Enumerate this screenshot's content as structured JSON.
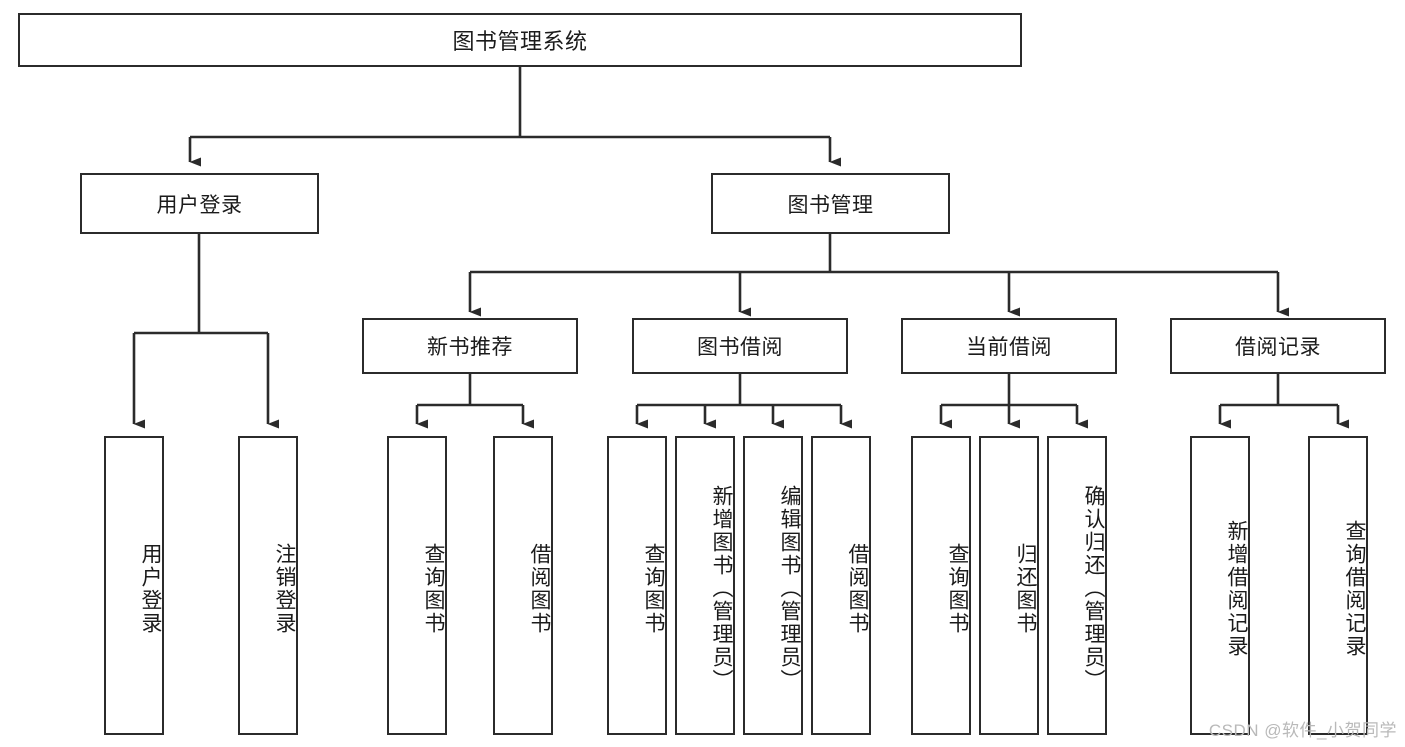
{
  "diagram": {
    "title": "图书管理系统",
    "type": "tree-hierarchy-chart",
    "orientation": "top-down",
    "line_color": "#2b2b2b",
    "box_fill": "#ffffff",
    "text_color": "#1b1b1b"
  },
  "root": {
    "label": "图书管理系统"
  },
  "level2": [
    {
      "label": "用户登录"
    },
    {
      "label": "图书管理"
    }
  ],
  "level3": [
    {
      "label": "新书推荐"
    },
    {
      "label": "图书借阅"
    },
    {
      "label": "当前借阅"
    },
    {
      "label": "借阅记录"
    }
  ],
  "leaves": {
    "user_login": [
      {
        "label": "用户登录"
      },
      {
        "label": "注销登录"
      }
    ],
    "new_book": [
      {
        "label": "查询图书"
      },
      {
        "label": "借阅图书"
      }
    ],
    "book_borrow": [
      {
        "label": "查询图书"
      },
      {
        "label": "新增图书（管理员）"
      },
      {
        "label": "编辑图书（管理员）"
      },
      {
        "label": "借阅图书"
      }
    ],
    "current_borrow": [
      {
        "label": "查询图书"
      },
      {
        "label": "归还图书"
      },
      {
        "label": "确认归还（管理员）"
      }
    ],
    "borrow_record": [
      {
        "label": "新增借阅记录"
      },
      {
        "label": "查询借阅记录"
      }
    ]
  },
  "watermark": {
    "text": "CSDN @软件_小贺同学"
  },
  "chart_data": {
    "type": "table",
    "title": "图书管理系统 功能结构图",
    "nodes": [
      {
        "id": "root",
        "label": "图书管理系统",
        "level": 1,
        "parent": null
      },
      {
        "id": "n-user-login",
        "label": "用户登录",
        "level": 2,
        "parent": "root"
      },
      {
        "id": "n-book-mgmt",
        "label": "图书管理",
        "level": 2,
        "parent": "root"
      },
      {
        "id": "n-new-book",
        "label": "新书推荐",
        "level": 3,
        "parent": "n-book-mgmt"
      },
      {
        "id": "n-book-borrow",
        "label": "图书借阅",
        "level": 3,
        "parent": "n-book-mgmt"
      },
      {
        "id": "n-current-borrow",
        "label": "当前借阅",
        "level": 3,
        "parent": "n-book-mgmt"
      },
      {
        "id": "n-borrow-record",
        "label": "借阅记录",
        "level": 3,
        "parent": "n-book-mgmt"
      },
      {
        "id": "l-user-login",
        "label": "用户登录",
        "level": 4,
        "parent": "n-user-login"
      },
      {
        "id": "l-logout",
        "label": "注销登录",
        "level": 4,
        "parent": "n-user-login"
      },
      {
        "id": "l-nb-query",
        "label": "查询图书",
        "level": 4,
        "parent": "n-new-book"
      },
      {
        "id": "l-nb-borrow",
        "label": "借阅图书",
        "level": 4,
        "parent": "n-new-book"
      },
      {
        "id": "l-bb-query",
        "label": "查询图书",
        "level": 4,
        "parent": "n-book-borrow"
      },
      {
        "id": "l-bb-add",
        "label": "新增图书（管理员）",
        "level": 4,
        "parent": "n-book-borrow"
      },
      {
        "id": "l-bb-edit",
        "label": "编辑图书（管理员）",
        "level": 4,
        "parent": "n-book-borrow"
      },
      {
        "id": "l-bb-borrow",
        "label": "借阅图书",
        "level": 4,
        "parent": "n-book-borrow"
      },
      {
        "id": "l-cb-query",
        "label": "查询图书",
        "level": 4,
        "parent": "n-current-borrow"
      },
      {
        "id": "l-cb-return",
        "label": "归还图书",
        "level": 4,
        "parent": "n-current-borrow"
      },
      {
        "id": "l-cb-confirm",
        "label": "确认归还（管理员）",
        "level": 4,
        "parent": "n-current-borrow"
      },
      {
        "id": "l-br-add",
        "label": "新增借阅记录",
        "level": 4,
        "parent": "n-borrow-record"
      },
      {
        "id": "l-br-query",
        "label": "查询借阅记录",
        "level": 4,
        "parent": "n-borrow-record"
      }
    ]
  }
}
